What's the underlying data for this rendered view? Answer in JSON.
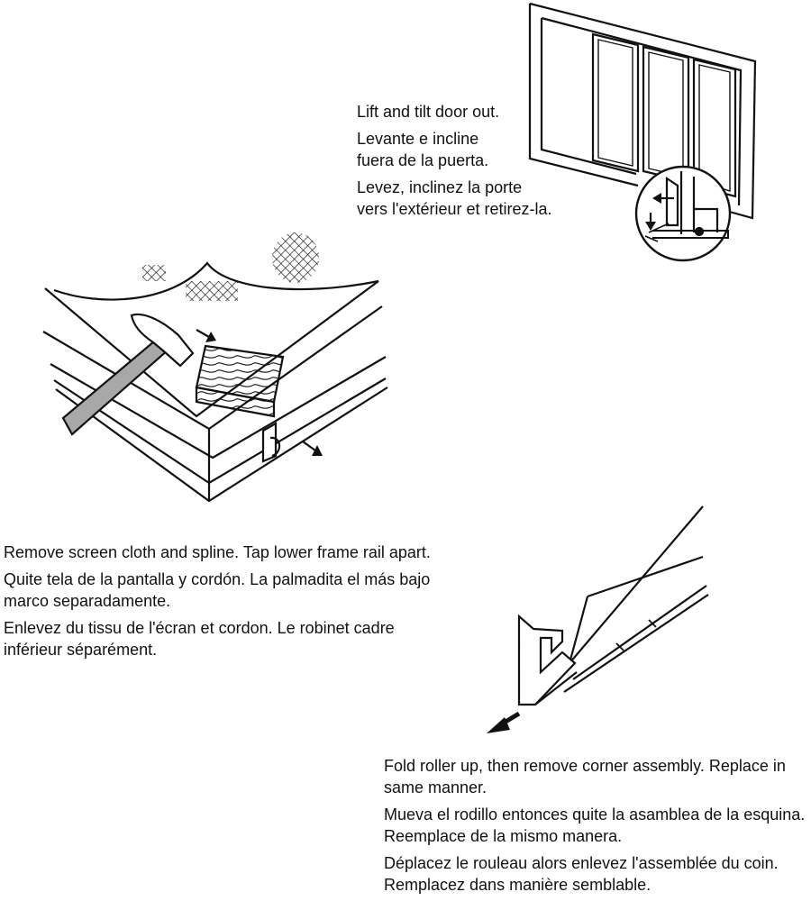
{
  "steps": [
    {
      "en": "Lift and tilt door out.",
      "es": "Levante e incline\nfuera de la puerta.",
      "fr": "Levez, inclinez la porte\nvers l'extérieur et retirez-la."
    },
    {
      "en": "Remove screen cloth and spline. Tap lower frame rail apart.",
      "es": "Quite tela de la pantalla y cordón. La palmadita el más bajo\nmarco separadamente.",
      "fr": "Enlevez du tissu de l'écran et cordon. Le robinet cadre\ninférieur séparément."
    },
    {
      "en": "Fold roller up, then remove corner assembly. Replace in\nsame manner.",
      "es": "Mueva el rodillo entonces quite la asamblea de la esquina.\nReemplace de la mismo manera.",
      "fr": "Déplacez le rouleau alors enlevez l'assemblée du coin.\nRemplacez dans manière semblable."
    }
  ],
  "illustrations": {
    "step1": "sliding-door-frame",
    "step2": "hammer-frame-corner",
    "step3": "roller-corner-assembly"
  },
  "colors": {
    "ink": "#111111",
    "hammer_handle": "#a8a8a8",
    "paper": "#ffffff"
  }
}
